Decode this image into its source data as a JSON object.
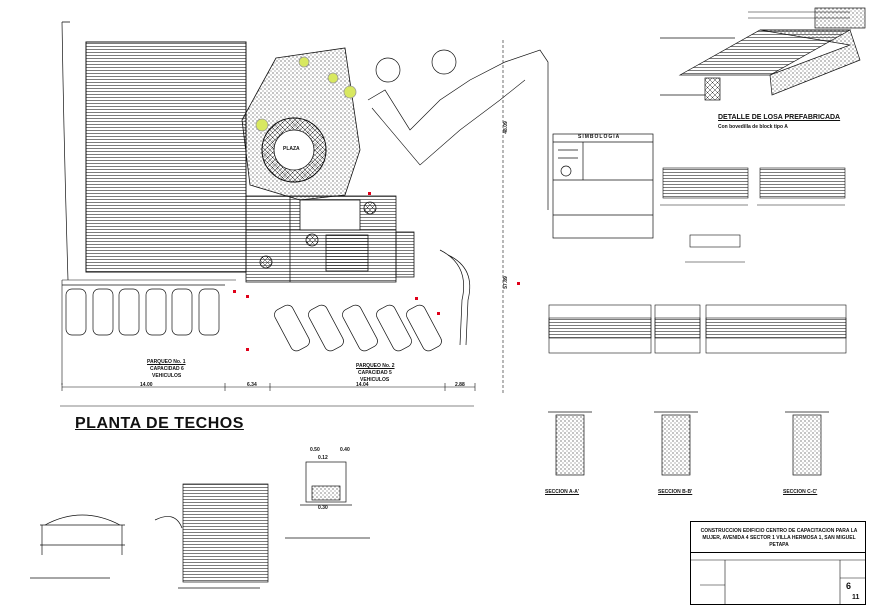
{
  "sheet": {
    "main_title": "PLANTA DE TECHOS",
    "plaza_label": "PLAZA",
    "parking1": {
      "title": "PARQUEO No. 1",
      "line2": "CAPACIDAD 6",
      "line3": "VEHICULOS"
    },
    "parking2": {
      "title": "PARQUEO No. 2",
      "line2": "CAPACIDAD 5",
      "line3": "VEHICULOS"
    },
    "dims": [
      "14.00",
      "6.34",
      "14.04",
      "2.88"
    ],
    "vertical_dims": [
      "48.09",
      "57.89"
    ],
    "detail_title": "DETALLE DE LOSA PREFABRICADA",
    "detail_subtitle": "Con bovedilla de block tipo A",
    "legend_title": "SIMBOLOGIA",
    "sections": [
      "SECCION A-A'",
      "SECCION B-B'",
      "SECCION C-C'"
    ],
    "section_dims": [
      "0.50",
      "0.40",
      "0.12",
      "0.30"
    ],
    "title_block": {
      "project": "CONSTRUCCION EDIFICIO CENTRO DE CAPACITACION PARA LA MUJER, AVENIDA 4 SECTOR 1 VILLA HERMOSA 1, SAN MIGUEL PETAPA",
      "sheet_number": "6",
      "total_sheets": "11"
    }
  }
}
